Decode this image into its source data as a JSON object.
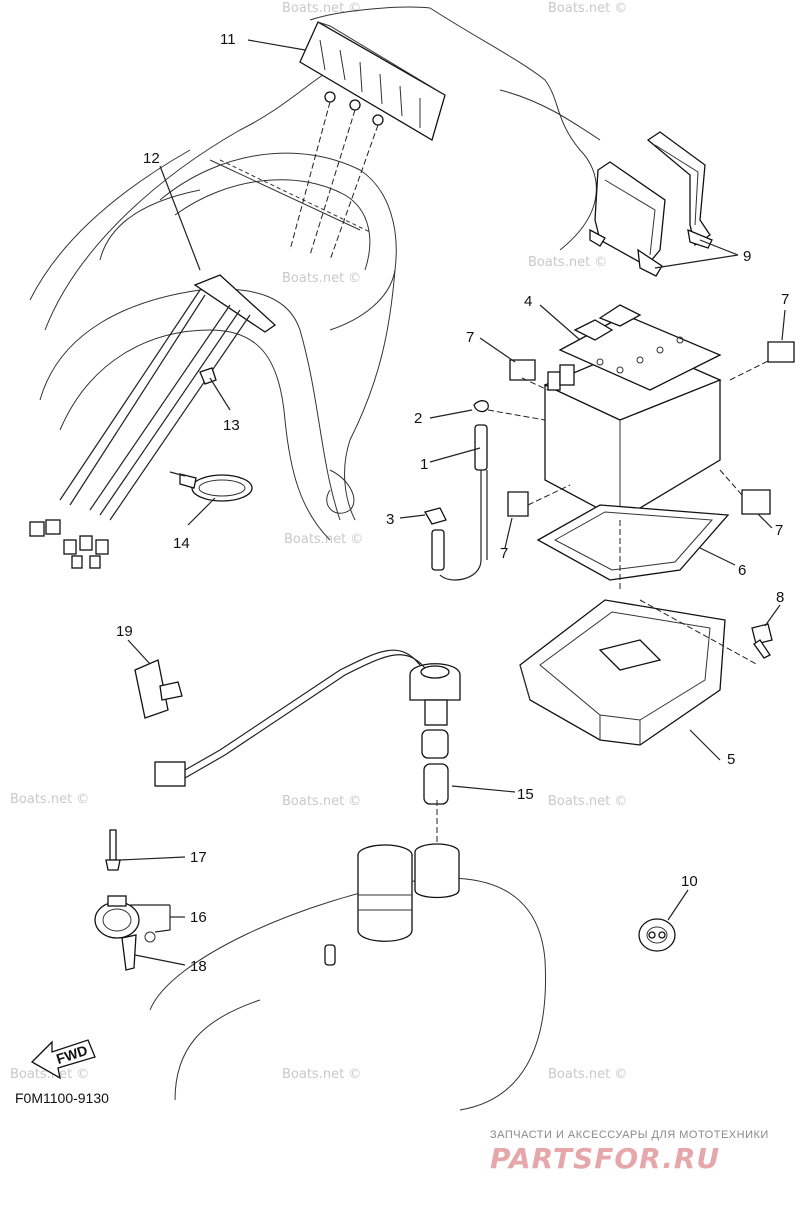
{
  "diagram": {
    "callouts": [
      "1",
      "2",
      "3",
      "4",
      "5",
      "6",
      "7",
      "8",
      "9",
      "10",
      "11",
      "12",
      "13",
      "14",
      "15",
      "16",
      "17",
      "18",
      "19"
    ],
    "fwd_label": "FWD",
    "drawing_code": "F0M1100-9130",
    "watermark_text": "Boats.net ©",
    "footer_caption": "ЗАПЧАСТИ И АКСЕССУАРЫ ДЛЯ МОТОТЕХНИКИ",
    "footer_brand": "PARTSFOR.RU"
  }
}
